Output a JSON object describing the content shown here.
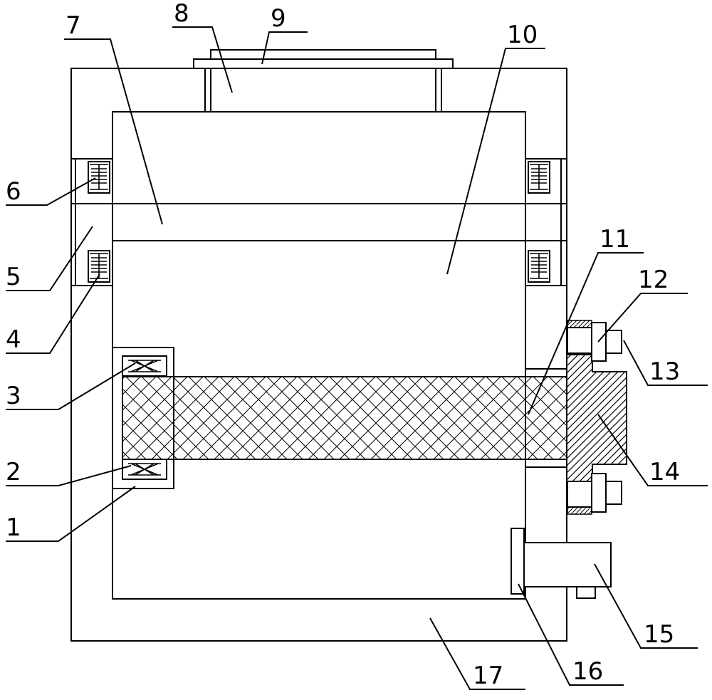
{
  "diagram": {
    "labels": [
      {
        "id": "1",
        "text": "1"
      },
      {
        "id": "2",
        "text": "2"
      },
      {
        "id": "3",
        "text": "3"
      },
      {
        "id": "4",
        "text": "4"
      },
      {
        "id": "5",
        "text": "5"
      },
      {
        "id": "6",
        "text": "6"
      },
      {
        "id": "7",
        "text": "7"
      },
      {
        "id": "8",
        "text": "8"
      },
      {
        "id": "9",
        "text": "9"
      },
      {
        "id": "10",
        "text": "10"
      },
      {
        "id": "11",
        "text": "11"
      },
      {
        "id": "12",
        "text": "12"
      },
      {
        "id": "13",
        "text": "13"
      },
      {
        "id": "14",
        "text": "14"
      },
      {
        "id": "15",
        "text": "15"
      },
      {
        "id": "16",
        "text": "16"
      },
      {
        "id": "17",
        "text": "17"
      }
    ]
  }
}
